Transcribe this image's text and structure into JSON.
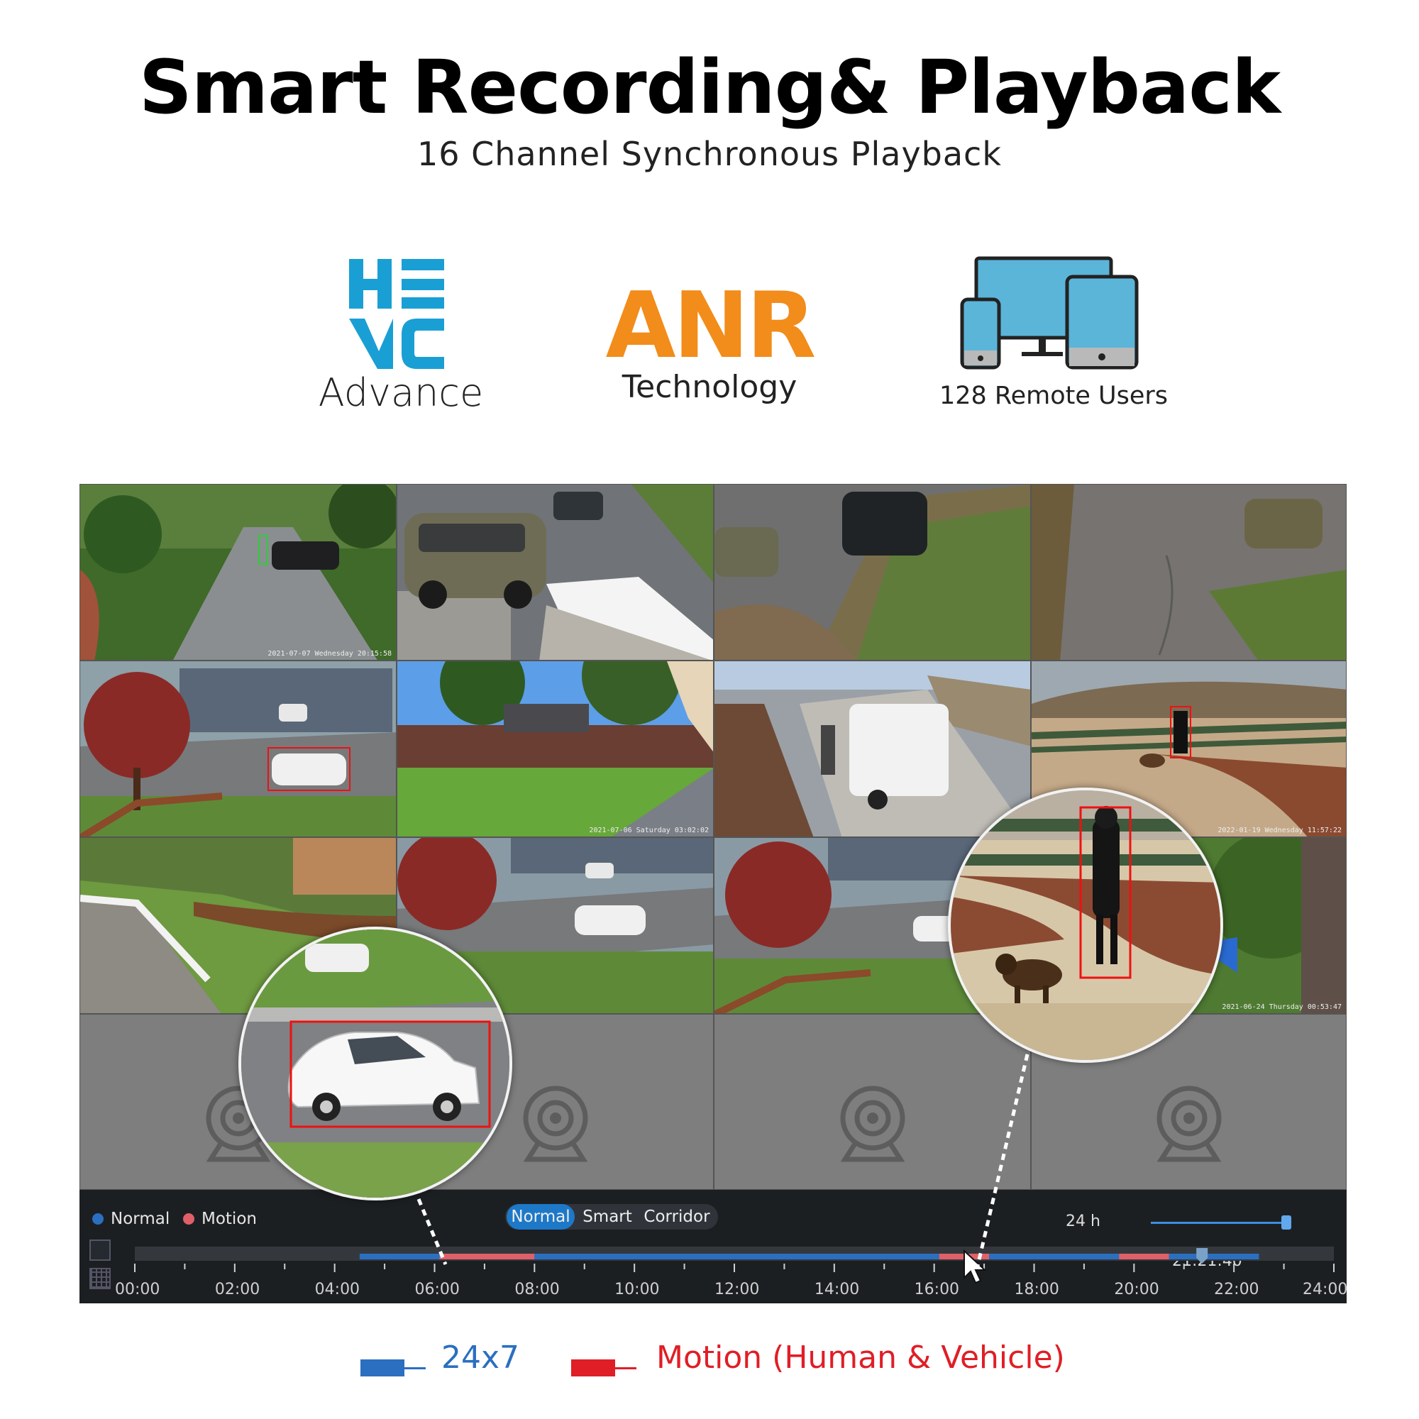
{
  "header": {
    "title": "Smart Recording& Playback",
    "subtitle": "16 Channel Synchronous Playback"
  },
  "features": [
    {
      "icon": "hevc-logo-icon",
      "logo_text": "HEVC",
      "caption": "Advance",
      "color": "#1a9fd4"
    },
    {
      "icon": "anr-logo-icon",
      "logo_text": "ANR",
      "caption": "Technology",
      "color": "#f28c1a"
    },
    {
      "icon": "devices-icon",
      "caption": "128 Remote Users",
      "color": "#5bb5d9"
    }
  ],
  "camera_grid": {
    "timestamps": [
      "2021-07-07 Wednesday 20:15:58",
      "2021-07-06 Saturday 03:02:02",
      "2022-01-19 Wednesday 11:57:22",
      "2021-06-24 Thursday 00:53:47"
    ],
    "empty_channel_icon": "camera-icon"
  },
  "timeline": {
    "legend": [
      {
        "label": "Normal",
        "color": "#2a6fc0"
      },
      {
        "label": "Motion",
        "color": "#e0606a"
      }
    ],
    "modes": [
      {
        "label": "Normal",
        "active": true
      },
      {
        "label": "Smart",
        "active": false
      },
      {
        "label": "Corridor",
        "active": false
      }
    ],
    "zoom_label": "24 h",
    "current_time": "21:21:40",
    "ticks": [
      "00:00",
      "02:00",
      "04:00",
      "06:00",
      "08:00",
      "10:00",
      "12:00",
      "14:00",
      "16:00",
      "18:00",
      "20:00",
      "22:00",
      "24:00"
    ],
    "segments": [
      {
        "type": "normal",
        "start": 4.5,
        "end": 6.1
      },
      {
        "type": "motion",
        "start": 6.1,
        "end": 8.0
      },
      {
        "type": "normal",
        "start": 8.0,
        "end": 16.1
      },
      {
        "type": "motion",
        "start": 16.1,
        "end": 17.1
      },
      {
        "type": "normal",
        "start": 17.1,
        "end": 19.7
      },
      {
        "type": "motion",
        "start": 19.7,
        "end": 20.7
      },
      {
        "type": "normal",
        "start": 20.7,
        "end": 22.5
      }
    ]
  },
  "bottom_legend": [
    {
      "label": "24x7",
      "color": "#2a6fc0"
    },
    {
      "label": "Motion (Human & Vehicle)",
      "color": "#e01e26"
    }
  ]
}
